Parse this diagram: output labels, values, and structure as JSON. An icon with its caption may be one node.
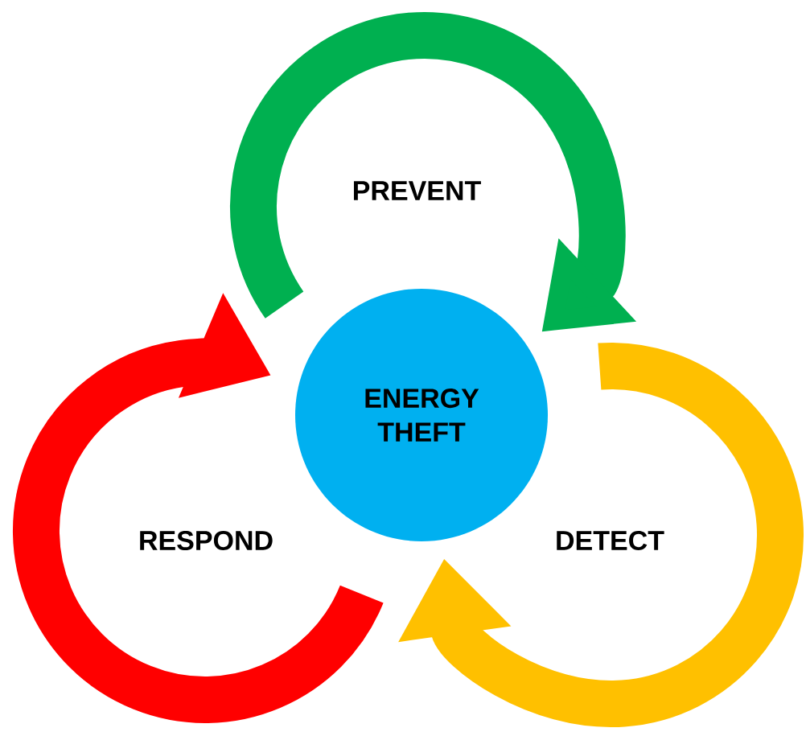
{
  "diagram": {
    "nodes": [
      {
        "text": [
          "ENERGY THEFT"
        ]
      },
      {
        "text": [
          "PREVENT"
        ]
      },
      {
        "text": [
          "DETECT"
        ]
      },
      {
        "text": [
          "RESPOND"
        ]
      }
    ]
  }
}
